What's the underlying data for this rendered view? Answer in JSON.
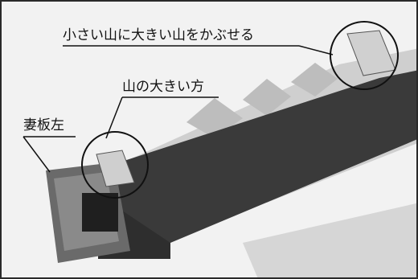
{
  "annotations": {
    "top": "小さい山に大きい山をかぶせる",
    "middle": "山の大きい方",
    "left": "妻板左"
  },
  "colors": {
    "background": "#efefef",
    "beam_dark": "#3a3a3a",
    "roof_panel": "#c9c9c9",
    "outline": "#111111"
  }
}
